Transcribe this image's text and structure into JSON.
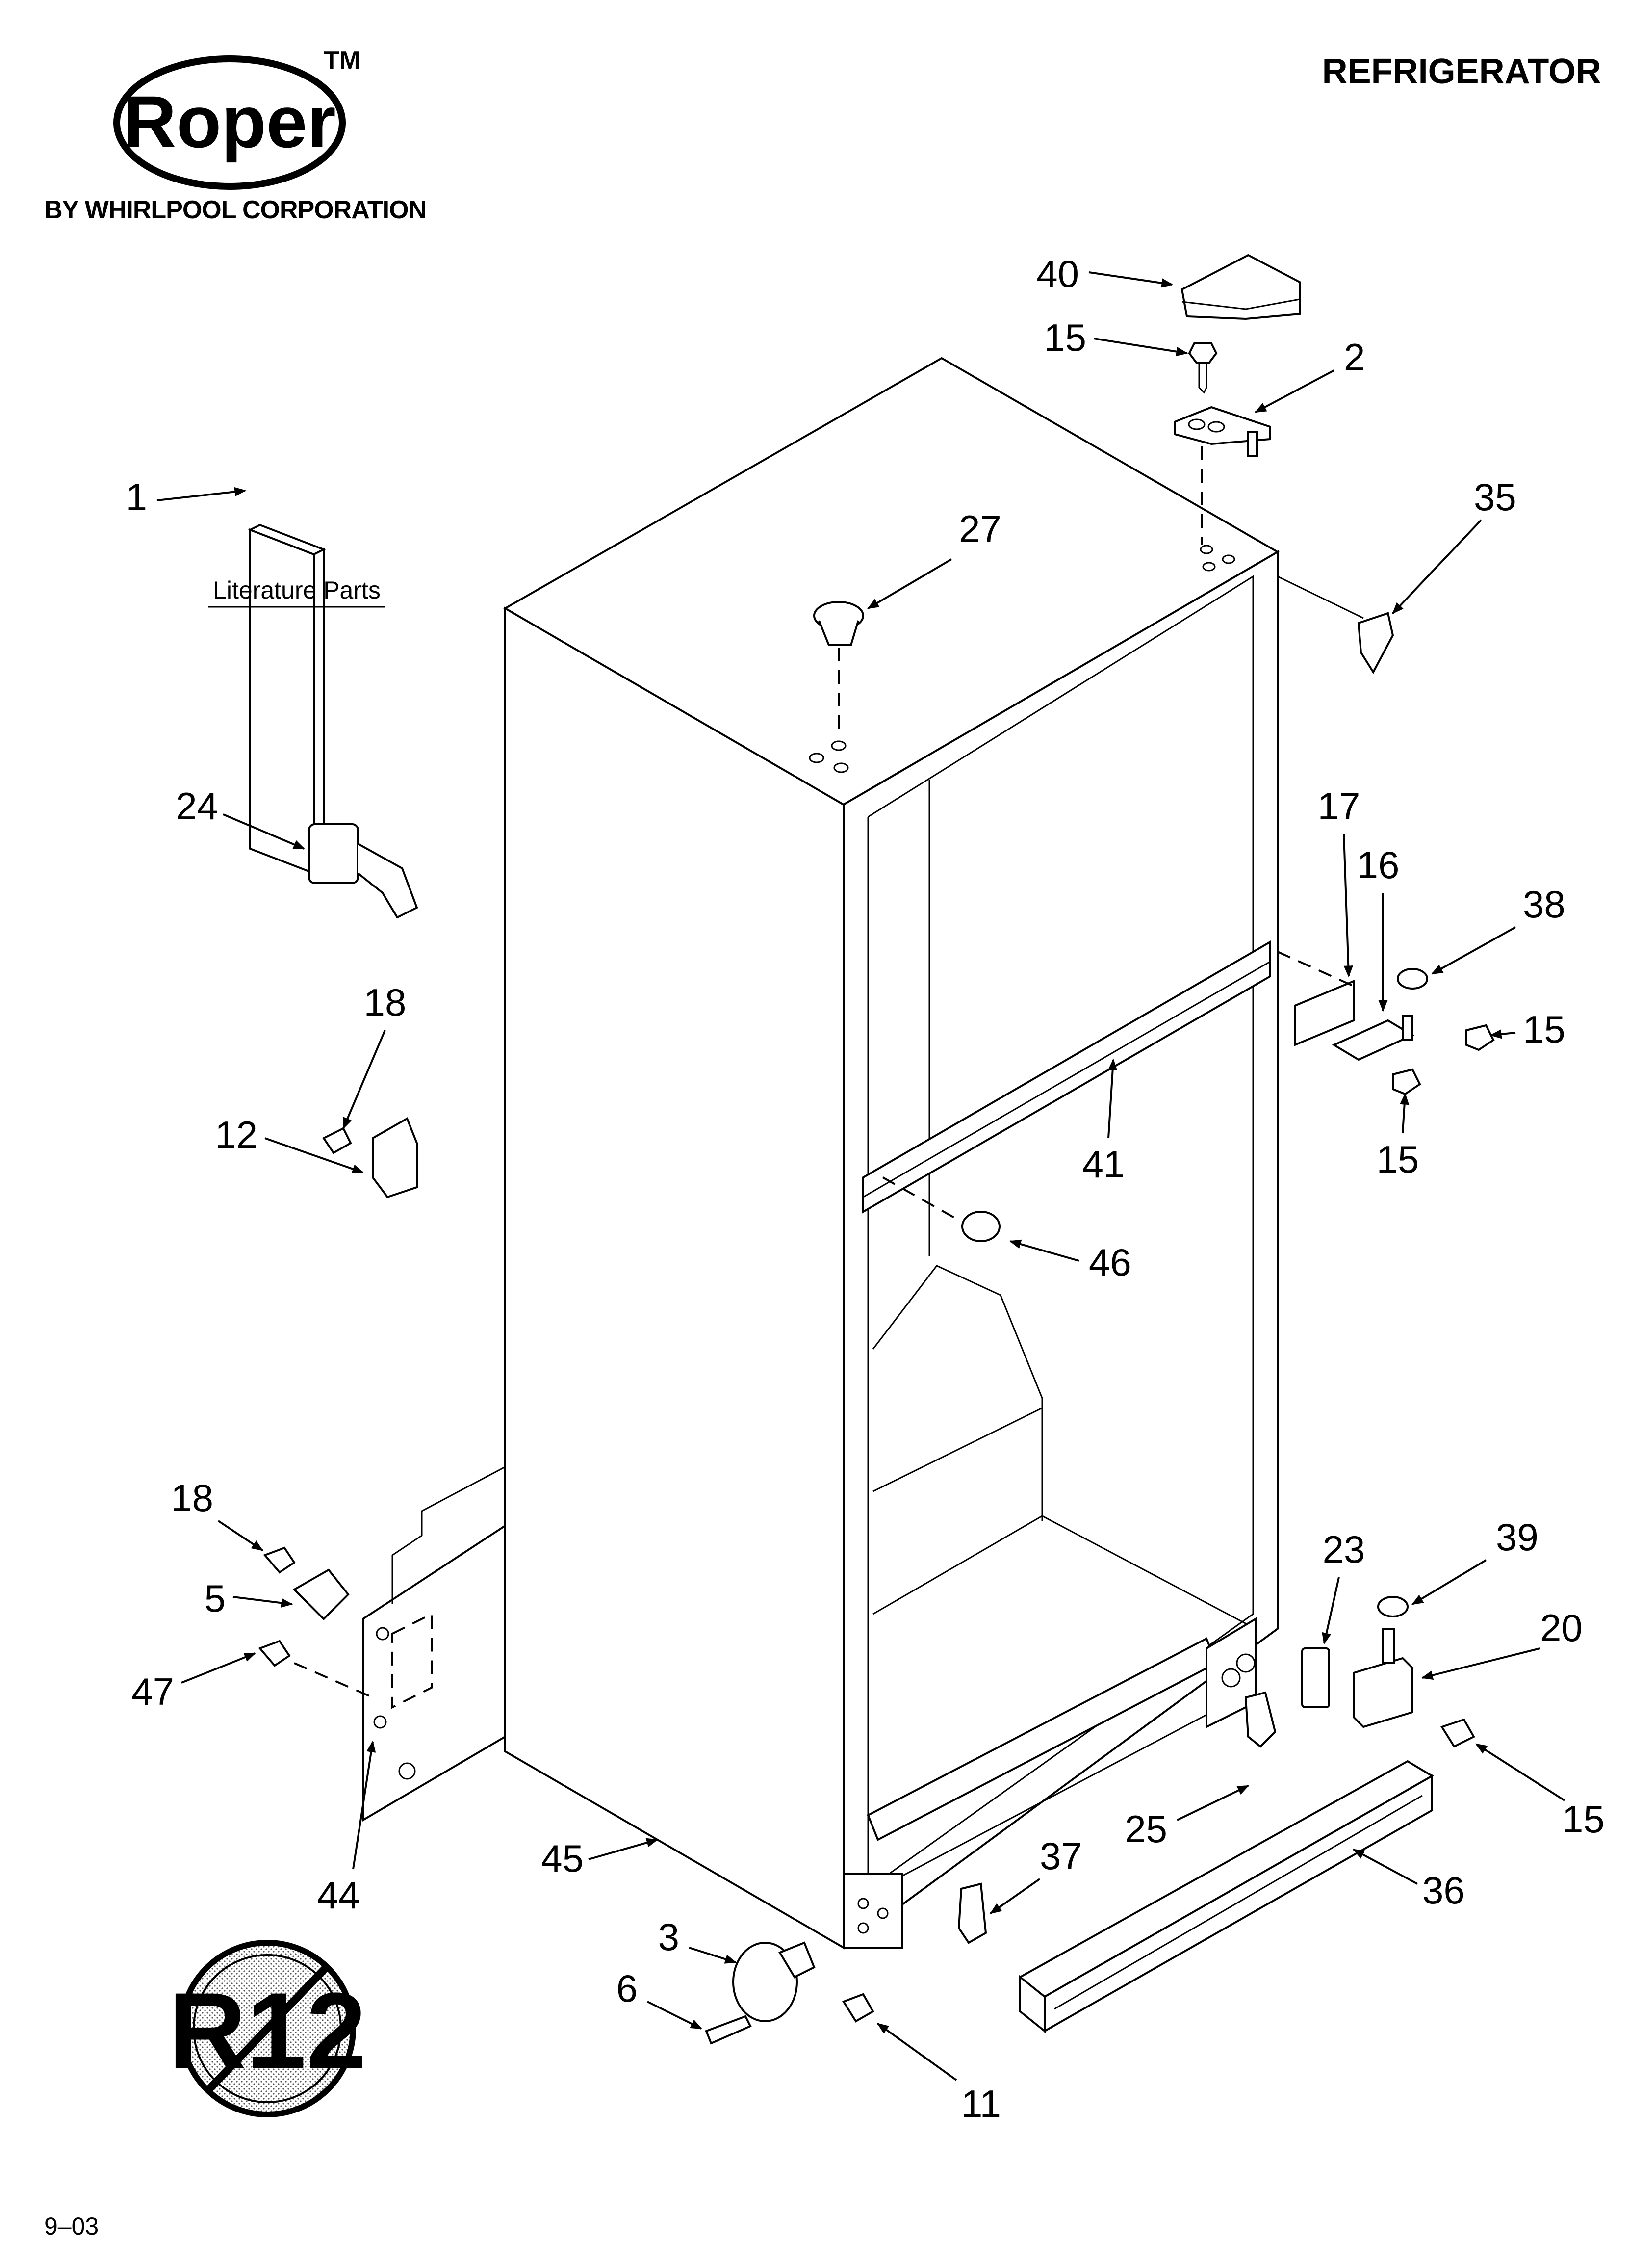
{
  "header": {
    "brand": "Roper",
    "trademark": "TM",
    "brand_sub": "BY WHIRLPOOL CORPORATION",
    "title": "REFRIGERATOR"
  },
  "literature_label": "Literature Parts",
  "badge": {
    "text": "R12"
  },
  "footer": {
    "date_code": "9–03"
  },
  "callouts": {
    "c1": "1",
    "c2": "2",
    "c3": "3",
    "c5": "5",
    "c6": "6",
    "c11": "11",
    "c12": "12",
    "c15a": "15",
    "c15b": "15",
    "c15c": "15",
    "c15d": "15",
    "c16": "16",
    "c17": "17",
    "c18a": "18",
    "c18b": "18",
    "c20": "20",
    "c23": "23",
    "c24": "24",
    "c25": "25",
    "c27": "27",
    "c35": "35",
    "c36": "36",
    "c37": "37",
    "c38": "38",
    "c39": "39",
    "c40": "40",
    "c41": "41",
    "c44": "44",
    "c45": "45",
    "c46": "46",
    "c47": "47"
  }
}
